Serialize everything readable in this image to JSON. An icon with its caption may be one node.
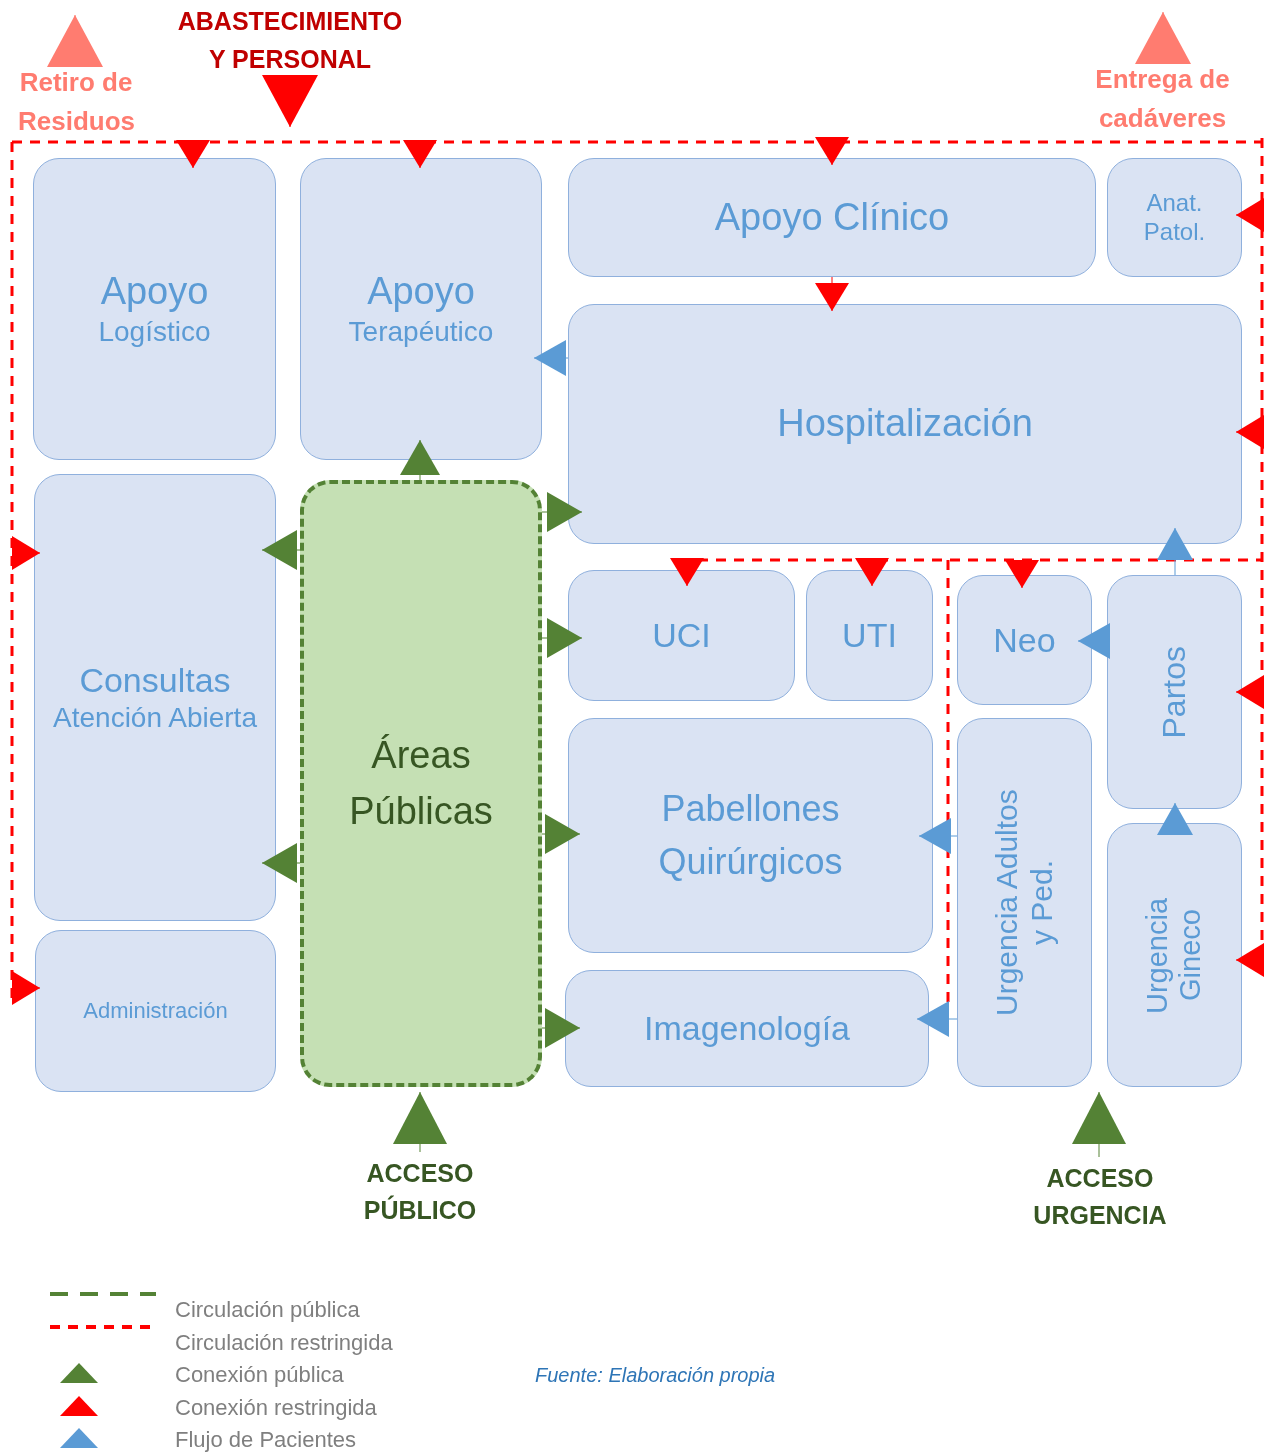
{
  "diagram": {
    "nodes": [
      {
        "text": [
          "Retiro de Residuos"
        ]
      },
      {
        "text": [
          "ABASTECIMIENTO Y PERSONAL"
        ]
      },
      {
        "text": [
          "Entrega de cadáveres"
        ]
      },
      {
        "text": [
          "Apoyo",
          "Logístico"
        ]
      },
      {
        "text": [
          "Apoyo",
          "Terapéutico"
        ]
      },
      {
        "text": [
          "Apoyo Clínico"
        ]
      },
      {
        "text": [
          "Anat. Patol."
        ]
      },
      {
        "text": [
          "Hospitalización"
        ]
      },
      {
        "text": [
          "Consultas",
          "Atención Abierta"
        ]
      },
      {
        "text": [
          "Áreas Públicas"
        ]
      },
      {
        "text": [
          "UCI"
        ]
      },
      {
        "text": [
          "UTI"
        ]
      },
      {
        "text": [
          "Neo"
        ]
      },
      {
        "text": [
          "Partos"
        ]
      },
      {
        "text": [
          "Pabellones Quirúrgicos"
        ]
      },
      {
        "text": [
          "Urgencia Adultos y Ped."
        ]
      },
      {
        "text": [
          "Urgencia Gineco"
        ]
      },
      {
        "text": [
          "Administración"
        ]
      },
      {
        "text": [
          "Imagenología"
        ]
      },
      {
        "text": [
          "ACCESO PÚBLICO"
        ]
      },
      {
        "text": [
          "ACCESO URGENCIA"
        ]
      }
    ],
    "edges": [
      {
        "from": null,
        "to": 3,
        "arrow": "to"
      },
      {
        "from": null,
        "to": 4,
        "arrow": "to"
      },
      {
        "from": null,
        "to": 5,
        "arrow": "to"
      },
      {
        "from": 5,
        "to": 7,
        "arrow": "to"
      },
      {
        "from": null,
        "to": 6,
        "arrow": "to"
      },
      {
        "from": null,
        "to": 7,
        "arrow": "to"
      },
      {
        "from": null,
        "to": 10,
        "arrow": "to"
      },
      {
        "from": null,
        "to": 11,
        "arrow": "to"
      },
      {
        "from": null,
        "to": 12,
        "arrow": "to"
      },
      {
        "from": null,
        "to": 13,
        "arrow": "to"
      },
      {
        "from": null,
        "to": 16,
        "arrow": "to"
      },
      {
        "from": null,
        "to": 8,
        "arrow": "to"
      },
      {
        "from": null,
        "to": 17,
        "arrow": "to"
      },
      {
        "from": 0,
        "to": null,
        "arrow": "to",
        "color": "#ff7c70"
      },
      {
        "from": 1,
        "to": 4,
        "arrow": "to"
      },
      {
        "from": 2,
        "to": null,
        "arrow": "to",
        "color": "#ff7c70"
      },
      {
        "from": 9,
        "to": 4,
        "arrow": "to",
        "color": "#548235"
      },
      {
        "from": 9,
        "to": 8,
        "arrow": "to",
        "color": "#548235"
      },
      {
        "from": 9,
        "to": 8,
        "arrow": "to",
        "color": "#548235"
      },
      {
        "from": 9,
        "to": 7,
        "arrow": "to",
        "color": "#548235"
      },
      {
        "from": 9,
        "to": 10,
        "arrow": "to",
        "color": "#548235"
      },
      {
        "from": 9,
        "to": 14,
        "arrow": "to",
        "color": "#548235"
      },
      {
        "from": 9,
        "to": 18,
        "arrow": "to",
        "color": "#548235"
      },
      {
        "from": 19,
        "to": 9,
        "arrow": "to",
        "color": "#548235"
      },
      {
        "from": 20,
        "to": 16,
        "arrow": "to",
        "color": "#548235"
      },
      {
        "from": 7,
        "to": 4,
        "arrow": "to",
        "color": "#5b9bd5"
      },
      {
        "from": 13,
        "to": 12,
        "arrow": "to",
        "color": "#5b9bd5"
      },
      {
        "from": 13,
        "to": 7,
        "arrow": "to",
        "color": "#5b9bd5"
      },
      {
        "from": 16,
        "to": 13,
        "arrow": "to",
        "color": "#5b9bd5"
      },
      {
        "from": 15,
        "to": 14,
        "arrow": "to",
        "color": "#5b9bd5"
      },
      {
        "from": 15,
        "to": 18,
        "arrow": "to",
        "color": "#5b9bd5"
      }
    ],
    "labels": [
      "Fuente: Elaboración propia"
    ],
    "legend": [
      {
        "text": "Circulación pública"
      },
      {
        "text": "Circulación restringida"
      },
      {
        "text": "Conexión pública"
      },
      {
        "text": "Conexión restringida"
      },
      {
        "text": "Flujo de Pacientes"
      }
    ]
  }
}
